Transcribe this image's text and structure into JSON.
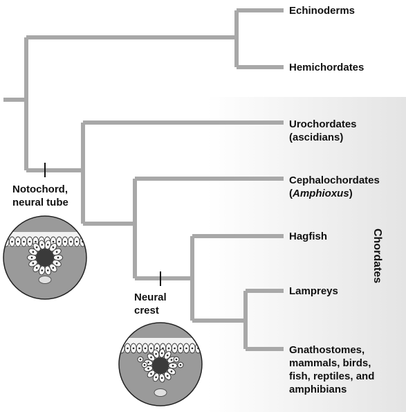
{
  "taxa": {
    "echinoderms": "Echinoderms",
    "hemichordates": "Hemichordates",
    "urochordates": {
      "line1": "Urochordates",
      "line2": "(ascidians)"
    },
    "cephalochordates": {
      "line1": "Cephalochordates",
      "line2_open": "(",
      "line2_italic": "Amphioxus",
      "line2_close": ")"
    },
    "hagfish": "Hagfish",
    "lampreys": "Lampreys",
    "gnathostomes": {
      "line1": "Gnathostomes,",
      "line2": "mammals, birds,",
      "line3": "fish, reptiles, and",
      "line4": "amphibians"
    }
  },
  "characters": {
    "notochord": {
      "line1": "Notochord,",
      "line2": "neural tube"
    },
    "neural_crest": {
      "line1": "Neural",
      "line2": "crest"
    }
  },
  "group_label": "Chordates",
  "colors": {
    "branch": "#a8a8a8",
    "shade_start": "#ffffff",
    "shade_end": "#e6e6e6",
    "cell_fill": "#f4f4f4",
    "inner_fill": "#9a9a9a",
    "lumen": "#3a3a3a"
  }
}
